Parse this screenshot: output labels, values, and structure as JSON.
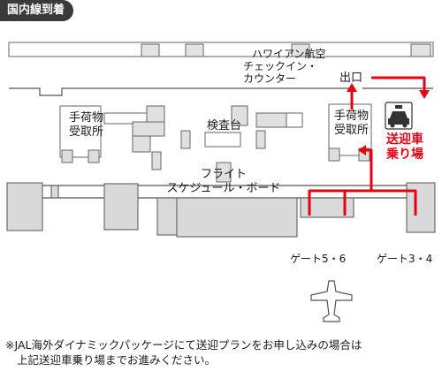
{
  "header": {
    "title": "国内線到着"
  },
  "labels": {
    "hawaiian_counter_line1": "ハワイアン航空",
    "hawaiian_counter_line2": "チェックイン・",
    "hawaiian_counter_line3": "カウンター",
    "exit": "出口",
    "baggage_left_line1": "手荷物",
    "baggage_left_line2": "受取所",
    "baggage_right_line1": "手荷物",
    "baggage_right_line2": "受取所",
    "inspection": "検査台",
    "flight_board_line1": "フライト",
    "flight_board_line2": "スケジュール・ボード",
    "pickup_line1": "送迎車",
    "pickup_line2": "乗り場",
    "gate_5_6": "ゲート5・6",
    "gate_3_4": "ゲート3・4"
  },
  "footnote": {
    "line1": "※JAL海外ダイナミックパッケージにて送迎プランをお申し込みの場合は",
    "line2": "上記送迎車乗り場までお進みください。"
  },
  "colors": {
    "route": "#e60012",
    "wall_fill": "#d9d9d9",
    "wall_stroke": "#555555"
  },
  "icons": [
    "taxi-icon",
    "airplane-icon",
    "arrow-icon"
  ]
}
